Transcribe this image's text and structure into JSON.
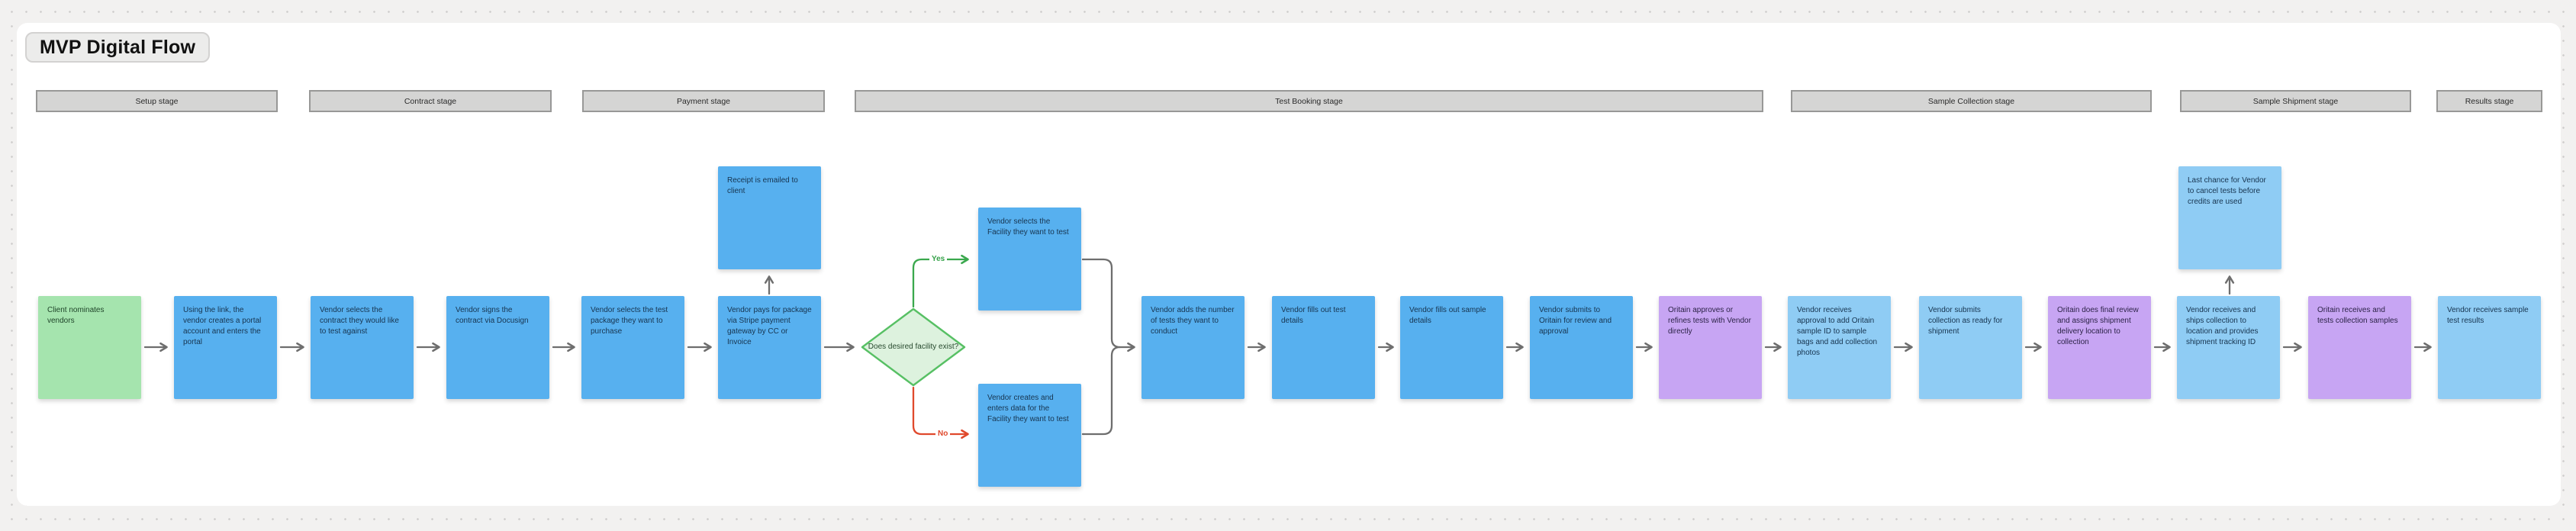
{
  "title": "MVP Digital Flow",
  "stages": [
    {
      "label": "Setup stage"
    },
    {
      "label": "Contract stage"
    },
    {
      "label": "Payment stage"
    },
    {
      "label": "Test Booking stage"
    },
    {
      "label": "Sample Collection stage"
    },
    {
      "label": "Sample Shipment stage"
    },
    {
      "label": "Results stage"
    }
  ],
  "nodes": {
    "client_nominates": "Client nominates vendors",
    "portal_account": "Using the link, the vendor creates a portal account and enters the portal",
    "select_contract": "Vendor selects the contract they would like to test against",
    "sign_contract": "Vendor signs the contract via Docusign",
    "select_package": "Vendor selects the test package they want to purchase",
    "pay_package": "Vendor pays for package via Stripe payment gateway by CC or Invoice",
    "receipt": "Receipt is emailed to client",
    "decision": "Does desired facility exist?",
    "select_facility": "Vendor selects the Facility they want to test",
    "create_facility": "Vendor creates and enters data for the Facility they want to test",
    "add_tests": "Vendor adds the number of tests they want to conduct",
    "test_details": "Vendor fills out test details",
    "sample_details": "Vendor fills out sample details",
    "submit_oritain": "Vendor submits to Oritain for review and approval",
    "oritain_approves": "Oritain approves or refines tests with Vendor directly",
    "receive_approval": "Vendor receives approval to add Oritain sample ID to sample bags and add collection photos",
    "submit_collection": "Vendor submits collection as ready for shipment",
    "final_review": "Oritain does final review and assigns shipment delivery location to collection",
    "ship_collection": "Vendor receives and ships collection to location and provides shipment tracking ID",
    "last_chance": "Last chance for Vendor to cancel tests before credits are used",
    "oritain_tests": "Oritain receives and tests collection samples",
    "receive_results": "Vendor receives sample test results"
  },
  "connector_labels": {
    "yes": "Yes",
    "no": "No"
  },
  "colors": {
    "board": "#ffffff",
    "canvas_background": "#f2f1f0",
    "sticky_green": "#a5e4ae",
    "sticky_blue": "#57b0ef",
    "sticky_light_blue": "#8fccf4",
    "sticky_purple": "#c7a5f3",
    "diamond_fill": "#ddf2de",
    "diamond_stroke": "#57c064",
    "arrow_gray": "#6e6e6e",
    "arrow_yes_green": "#3aa84d",
    "arrow_no_red": "#e0492c",
    "stage_bar": "#d5d5d4"
  }
}
